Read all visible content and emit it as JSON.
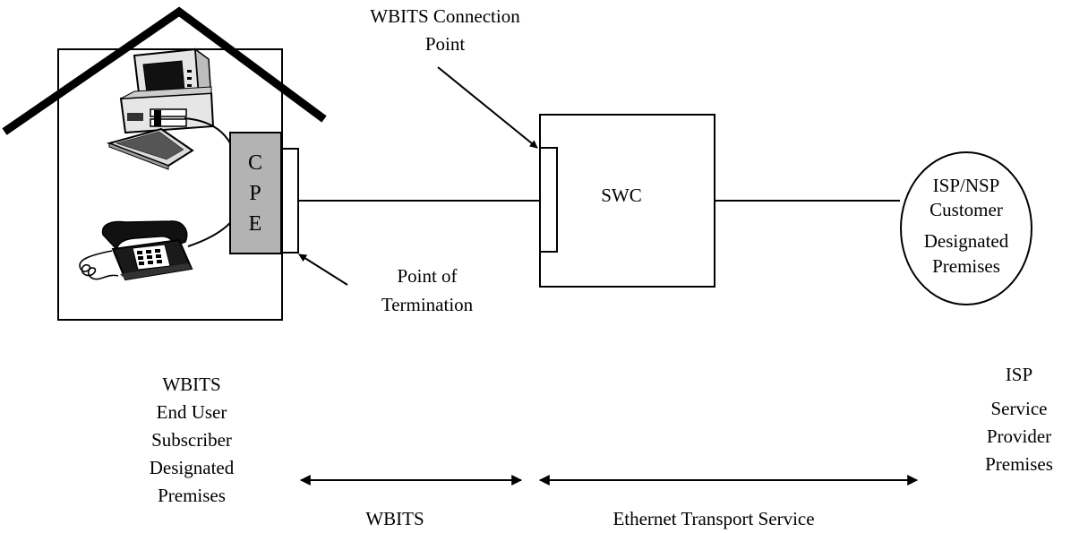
{
  "labels": {
    "connection_point": [
      "WBITS Connection",
      "Point"
    ],
    "switch": "SWC",
    "cpe": [
      "C",
      "P",
      "E"
    ],
    "point_of_termination": [
      "Point of",
      "Termination"
    ],
    "isp_circle": [
      "ISP/NSP",
      "Customer",
      "Designated",
      "Premises"
    ],
    "end_user_premises": [
      "WBITS",
      "End User",
      "Subscriber",
      "Designated",
      "Premises"
    ],
    "isp_premises": [
      "ISP",
      "Service",
      "Provider",
      "Premises"
    ],
    "span_wbits": "WBITS",
    "span_ethernet": "Ethernet Transport Service"
  },
  "icons": {
    "computer": "desktop-computer-icon",
    "telephone": "desk-telephone-icon"
  },
  "colors": {
    "line": "#000000",
    "cpe_fill": "#b3b3b3",
    "background": "#ffffff"
  }
}
